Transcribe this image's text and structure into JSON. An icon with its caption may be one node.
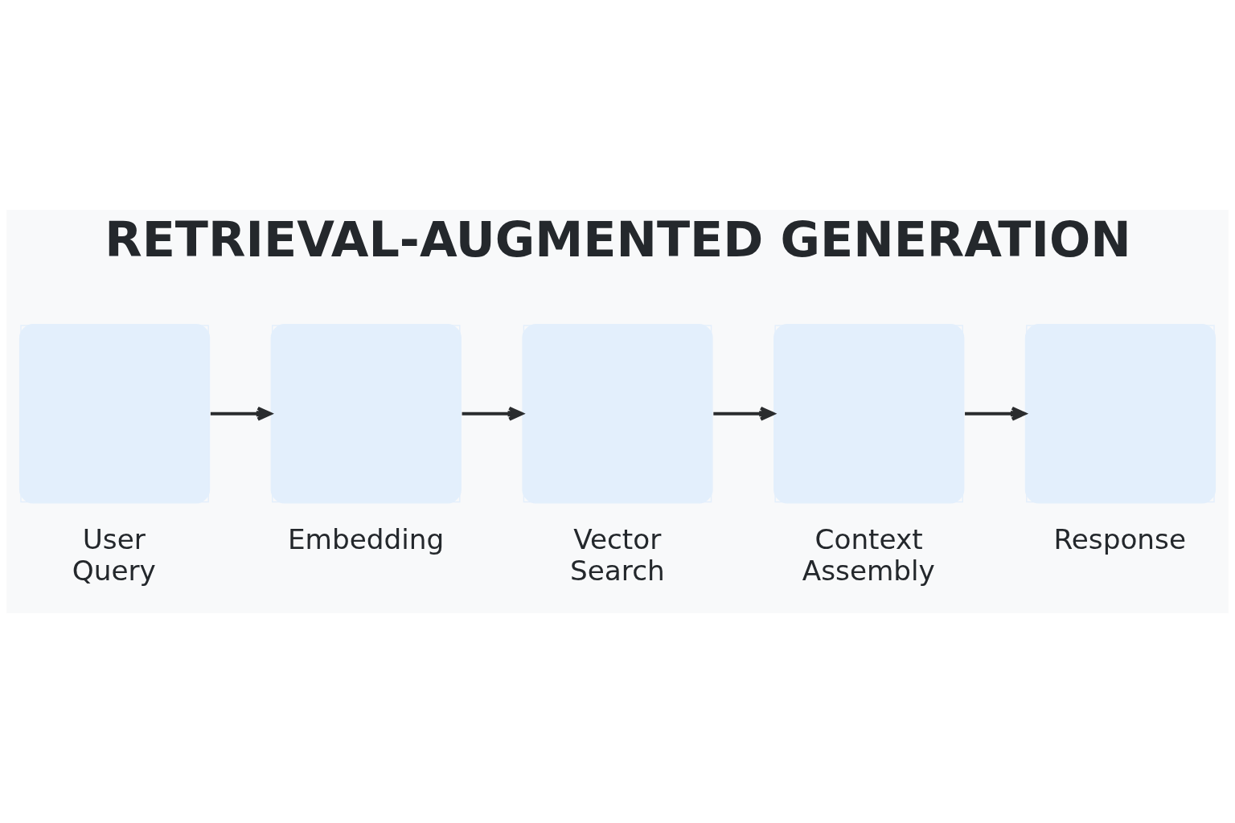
{
  "diagram": {
    "title": "RETRIEVAL-AUGMENTED GENERATION",
    "nodes": [
      {
        "text": [
          "User Query"
        ]
      },
      {
        "text": [
          "Embedding"
        ]
      },
      {
        "text": [
          "Vector Search"
        ]
      },
      {
        "text": [
          "Context Assembly"
        ]
      },
      {
        "text": [
          "Response"
        ]
      }
    ],
    "edges": [
      {
        "from": 0,
        "to": 1,
        "arrow": "to"
      },
      {
        "from": 1,
        "to": 2,
        "arrow": "to"
      },
      {
        "from": 2,
        "to": 3,
        "arrow": "to"
      },
      {
        "from": 3,
        "to": 4,
        "arrow": "to"
      }
    ]
  }
}
